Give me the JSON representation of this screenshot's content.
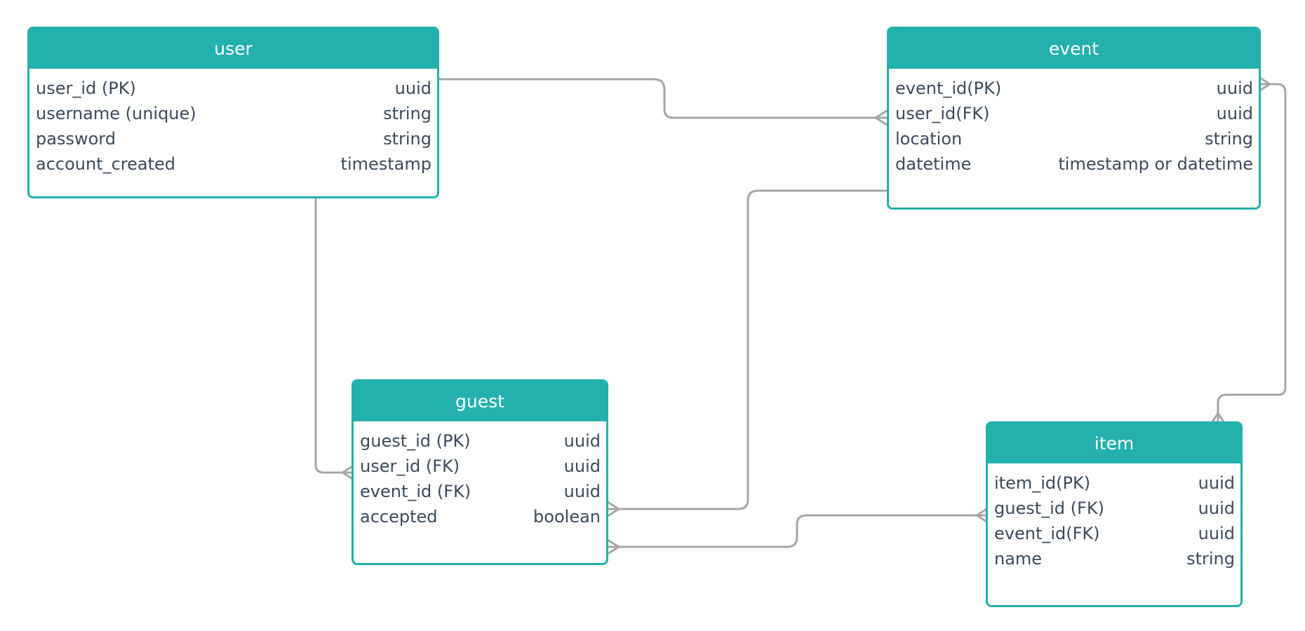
{
  "diagram": {
    "theme": {
      "entity_color": "#24b0ad",
      "line_color": "#a6a6a6",
      "text_color": "#3b4a5c"
    },
    "entities": {
      "user": {
        "title": "user",
        "fields": [
          {
            "name": "user_id (PK)",
            "type": "uuid"
          },
          {
            "name": "username (unique)",
            "type": "string"
          },
          {
            "name": "password",
            "type": "string"
          },
          {
            "name": "account_created",
            "type": "timestamp"
          }
        ]
      },
      "event": {
        "title": "event",
        "fields": [
          {
            "name": "event_id(PK)",
            "type": "uuid"
          },
          {
            "name": "user_id(FK)",
            "type": "uuid"
          },
          {
            "name": "location",
            "type": "string"
          },
          {
            "name": "datetime",
            "type": "timestamp or datetime"
          }
        ]
      },
      "guest": {
        "title": "guest",
        "fields": [
          {
            "name": "guest_id (PK)",
            "type": "uuid"
          },
          {
            "name": "user_id (FK)",
            "type": "uuid"
          },
          {
            "name": "event_id (FK)",
            "type": "uuid"
          },
          {
            "name": "accepted",
            "type": "boolean"
          }
        ]
      },
      "item": {
        "title": "item",
        "fields": [
          {
            "name": "item_id(PK)",
            "type": "uuid"
          },
          {
            "name": "guest_id (FK)",
            "type": "uuid"
          },
          {
            "name": "event_id(FK)",
            "type": "uuid"
          },
          {
            "name": "name",
            "type": "string"
          }
        ]
      }
    },
    "relationships": [
      {
        "from": "user",
        "to": "event",
        "to_cardinality": "many"
      },
      {
        "from": "user",
        "to": "guest",
        "to_cardinality": "many"
      },
      {
        "from": "event",
        "to": "guest",
        "to_cardinality": "many"
      },
      {
        "from": "guest",
        "to": "item",
        "to_cardinality": "many"
      },
      {
        "from": "event",
        "to": "item",
        "to_cardinality": "many"
      }
    ]
  }
}
